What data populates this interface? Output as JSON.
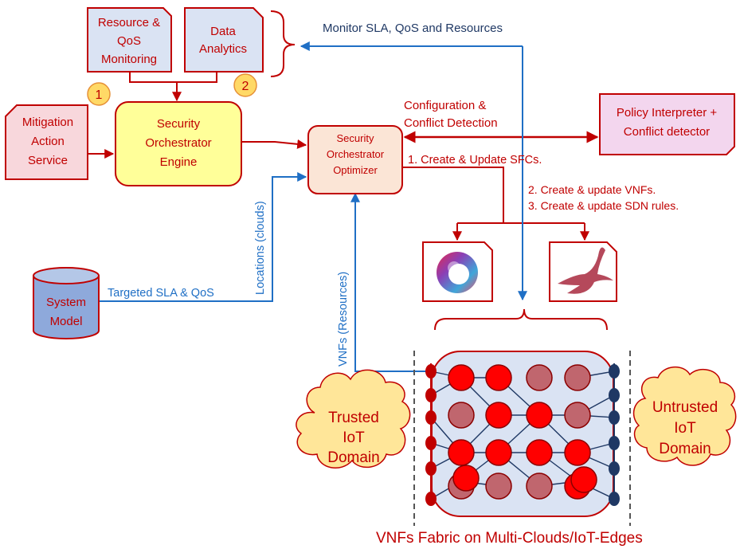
{
  "colors": {
    "red": "#c00000",
    "blue": "#1f6fc5",
    "navy": "#1f3864",
    "yellow_fill": "#ffff99",
    "pink_fill": "#f8d7dc",
    "light_blue_fill": "#dae3f3",
    "orange_fill": "#fbe5d6",
    "lilac_fill": "#f3d6ee",
    "cloud_fill": "#ffe699",
    "badge_fill": "#ffd966",
    "node_red": "#ff0000",
    "node_faded": "#c0666e"
  },
  "boxes": {
    "resource_monitoring": [
      "Resource &",
      "QoS",
      "Monitoring"
    ],
    "data_analytics": [
      "Data",
      "Analytics"
    ],
    "mitigation": [
      "Mitigation",
      "Action",
      "Service"
    ],
    "engine": [
      "Security",
      "Orchestrator",
      "Engine"
    ],
    "optimizer": [
      "Security",
      "Orchestrator",
      "Optimizer"
    ],
    "policy": [
      "Policy Interpreter +",
      "Conflict detector"
    ],
    "system_model": [
      "System",
      "Model"
    ]
  },
  "badges": [
    "1",
    "2"
  ],
  "labels": {
    "monitor": "Monitor SLA, QoS and Resources",
    "config": [
      "Configuration &",
      "Conflict Detection"
    ],
    "create_sfc": "1. Create & Update SFCs.",
    "create_vnf": "2. Create & update VNFs.",
    "create_sdn": "3. Create & update SDN rules.",
    "targeted": "Targeted SLA & QoS",
    "locations": "Locations (clouds)",
    "vnfs_resources": "VNFs (Resources)",
    "fabric": "VNFs Fabric on Multi-Clouds/IoT-Edges"
  },
  "clouds": {
    "trusted": [
      "Trusted",
      "IoT",
      "Domain"
    ],
    "untrusted": [
      "Untrusted",
      "IoT",
      "Domain"
    ]
  },
  "icons": [
    "openstack-ring-logo",
    "bird-logo"
  ]
}
